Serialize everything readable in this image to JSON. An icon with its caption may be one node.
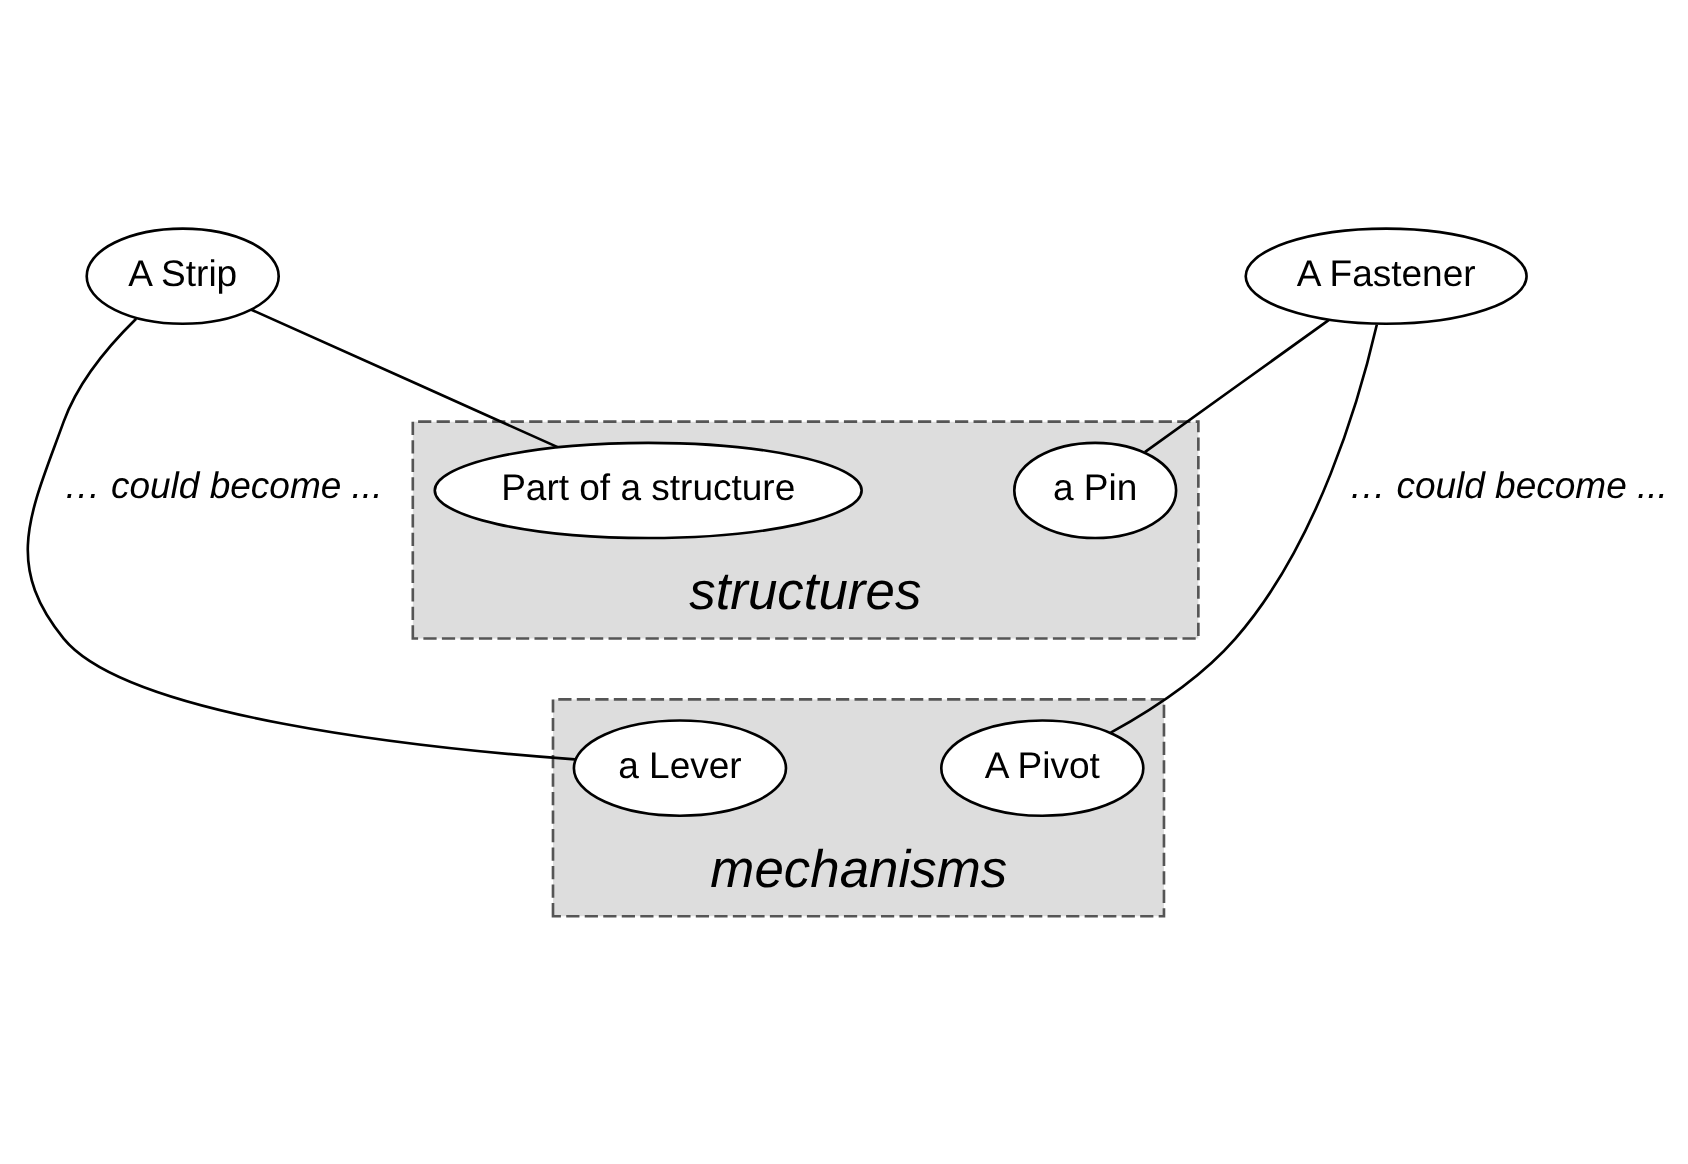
{
  "diagram": {
    "nodes": [
      {
        "text": [
          "A Strip"
        ]
      },
      {
        "text": [
          "A Fastener"
        ]
      },
      {
        "text": [
          "structures"
        ]
      },
      {
        "text": [
          "Part of a structure"
        ],
        "in": 2
      },
      {
        "text": [
          "a Pin"
        ],
        "in": 2
      },
      {
        "text": [
          "mechanisms"
        ]
      },
      {
        "text": [
          "a Lever"
        ],
        "in": 5
      },
      {
        "text": [
          "A Pivot"
        ],
        "in": 5
      }
    ],
    "edges": [
      {
        "from": 0,
        "to": 6,
        "arrow": "none",
        "label": "… could become ..."
      },
      {
        "from": 0,
        "to": 3,
        "arrow": "none"
      },
      {
        "from": 1,
        "to": 7,
        "arrow": "none",
        "label": "… could become ..."
      },
      {
        "from": 1,
        "to": 4,
        "arrow": "none"
      }
    ]
  }
}
